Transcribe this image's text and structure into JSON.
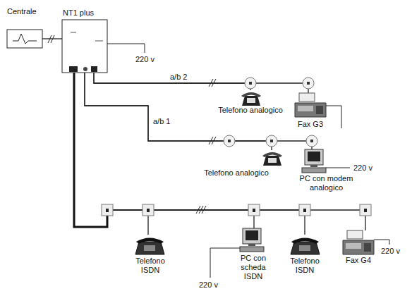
{
  "diagram": {
    "nodes": [
      {
        "text": [
          "Centrale"
        ]
      },
      {
        "text": [
          "NT1 plus"
        ]
      },
      {
        "text": [
          "Telefono analogico"
        ]
      },
      {
        "text": [
          "Fax G3"
        ]
      },
      {
        "text": [
          "Telefono analogico"
        ]
      },
      {
        "text": [
          "PC con modem analogico"
        ]
      },
      {
        "text": [
          "Telefono ISDN"
        ]
      },
      {
        "text": [
          "PC con scheda ISDN"
        ]
      },
      {
        "text": [
          "Telefono ISDN"
        ]
      },
      {
        "text": [
          "Fax G4"
        ]
      }
    ],
    "edges": [
      {
        "from": 0,
        "to": 1,
        "arrow": "none"
      },
      {
        "from": 1,
        "to": 2,
        "arrow": "none"
      },
      {
        "from": 1,
        "to": 3,
        "arrow": "none"
      },
      {
        "from": 1,
        "to": 4,
        "arrow": "none"
      },
      {
        "from": 1,
        "to": 5,
        "arrow": "none"
      },
      {
        "from": 1,
        "to": 6,
        "arrow": "none"
      },
      {
        "from": 1,
        "to": 7,
        "arrow": "none"
      },
      {
        "from": 1,
        "to": 8,
        "arrow": "none"
      },
      {
        "from": 1,
        "to": 9,
        "arrow": "none"
      }
    ],
    "labels": [
      "220 v",
      "a/b 2",
      "a/b 1",
      "220 v",
      "220 v",
      "220 v"
    ]
  }
}
